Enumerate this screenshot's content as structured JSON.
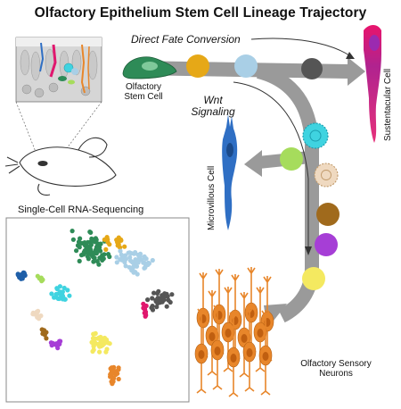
{
  "title": "Olfactory Epithelium Stem Cell Lineage Trajectory",
  "labels": {
    "direct_fate": "Direct Fate Conversion",
    "wnt_line1": "Wnt",
    "wnt_line2": "Signaling",
    "stem_line1": "Olfactory",
    "stem_line2": "Stem Cell",
    "sustentacular": "Sustentacular Cell",
    "microvillous": "Microvillous Cell",
    "scrnaseq": "Single-Cell RNA-Sequencing",
    "osn_line1": "Olfactory Sensory",
    "osn_line2": "Neurons"
  },
  "colors": {
    "path": "#9a9a9a",
    "stem_cell": "#2e8b57",
    "yellow_orange": "#e6a817",
    "light_blue": "#a9cfe6",
    "dark_gray": "#555555",
    "cyan": "#3fd3e0",
    "light_green": "#a6dc5c",
    "beige": "#efd9c0",
    "brown": "#a06a1c",
    "purple": "#a63ed6",
    "yellow": "#f4e960",
    "neuron_orange": "#e8862a",
    "sustentacular_pink": "#e0176e",
    "microvillous_blue": "#2f6fc4",
    "tsne_blue": "#1f5fa8"
  }
}
